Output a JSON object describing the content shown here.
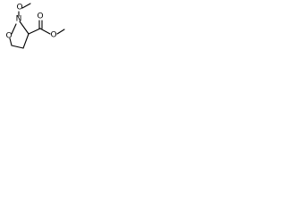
{
  "molecule": {
    "atoms": {
      "ring_oxygen": "O",
      "ring_nitrogen": "N",
      "methoxy_oxygen": "O",
      "carbonyl_oxygen": "O",
      "ester_oxygen": "O"
    }
  }
}
